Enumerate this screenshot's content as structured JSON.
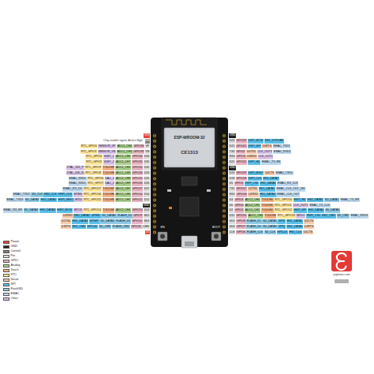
{
  "diagram": {
    "nodes": [
      {
        "text": [
          "3V3"
        ]
      },
      {
        "text": [
          "EN"
        ]
      },
      {
        "text": [
          "RTC_GPIO0"
        ]
      },
      {
        "text": [
          "SENSOR_VP"
        ]
      },
      {
        "text": [
          "ADC1_CH0"
        ]
      },
      {
        "text": [
          "GPIO36"
        ]
      },
      {
        "text": [
          "VP"
        ]
      },
      {
        "text": [
          "RTC_GPIO3"
        ]
      },
      {
        "text": [
          "SENSOR_VN"
        ]
      },
      {
        "text": [
          "ADC1_CH3"
        ]
      },
      {
        "text": [
          "GPIO39"
        ]
      },
      {
        "text": [
          "VN"
        ]
      },
      {
        "text": [
          "RTC_GPIO4"
        ]
      },
      {
        "text": [
          "VDET_1"
        ]
      },
      {
        "text": [
          "ADC1_CH6"
        ]
      },
      {
        "text": [
          "GPIO34"
        ]
      },
      {
        "text": [
          "D34"
        ]
      },
      {
        "text": [
          "RTC_GPIO5"
        ]
      },
      {
        "text": [
          "VDET_2"
        ]
      },
      {
        "text": [
          "ADC1_CH7"
        ]
      },
      {
        "text": [
          "GPIO35"
        ]
      },
      {
        "text": [
          "D35"
        ]
      },
      {
        "text": [
          "XTAL_32K_P"
        ]
      },
      {
        "text": [
          "RTC_GPIO9"
        ]
      },
      {
        "text": [
          "TOUCH9"
        ]
      },
      {
        "text": [
          "ADC1_CH4"
        ]
      },
      {
        "text": [
          "GPIO32"
        ]
      },
      {
        "text": [
          "D32"
        ]
      },
      {
        "text": [
          "XTAL_32K_N"
        ]
      },
      {
        "text": [
          "RTC_GPIO8"
        ]
      },
      {
        "text": [
          "TOUCH8"
        ]
      },
      {
        "text": [
          "ADC1_CH5"
        ]
      },
      {
        "text": [
          "GPIO33"
        ]
      },
      {
        "text": [
          "D33"
        ]
      },
      {
        "text": [
          "EMAC_RXD0"
        ]
      },
      {
        "text": [
          "RTC_GPIO6"
        ]
      },
      {
        "text": [
          "DAC_1"
        ]
      },
      {
        "text": [
          "ADC2_CH8"
        ]
      },
      {
        "text": [
          "GPIO25"
        ]
      },
      {
        "text": [
          "D25"
        ]
      },
      {
        "text": [
          "EMAC_RXD1"
        ]
      },
      {
        "text": [
          "RTC_GPIO7"
        ]
      },
      {
        "text": [
          "DAC_2"
        ]
      },
      {
        "text": [
          "ADC2_CH9"
        ]
      },
      {
        "text": [
          "GPIO26"
        ]
      },
      {
        "text": [
          "D26"
        ]
      },
      {
        "text": [
          "EMAC_RX_DV"
        ]
      },
      {
        "text": [
          "RTC_GPIO17"
        ]
      },
      {
        "text": [
          "TOUCH7"
        ]
      },
      {
        "text": [
          "ADC2_CH7"
        ]
      },
      {
        "text": [
          "GPIO27"
        ]
      },
      {
        "text": [
          "D27"
        ]
      },
      {
        "text": [
          "EMAC_TXD2"
        ]
      },
      {
        "text": [
          "SD_CLK"
        ]
      },
      {
        "text": [
          "HS2_CLK"
        ]
      },
      {
        "text": [
          "HSPI_CLK"
        ]
      },
      {
        "text": [
          "MTMS"
        ]
      },
      {
        "text": [
          "RTC_GPIO16"
        ]
      },
      {
        "text": [
          "TOUCH6"
        ]
      },
      {
        "text": [
          "ADC2_CH6"
        ]
      },
      {
        "text": [
          "GPIO14"
        ]
      },
      {
        "text": [
          "D14"
        ]
      },
      {
        "text": [
          "EMAC_TXD3"
        ]
      },
      {
        "text": [
          "SD_DATA2"
        ]
      },
      {
        "text": [
          "HS2_DATA2"
        ]
      },
      {
        "text": [
          "HSPI_MISO"
        ]
      },
      {
        "text": [
          "MTDI"
        ]
      },
      {
        "text": [
          "RTC_GPIO15"
        ]
      },
      {
        "text": [
          "TOUCH5"
        ]
      },
      {
        "text": [
          "ADC2_CH5"
        ]
      },
      {
        "text": [
          "GPIO12"
        ]
      },
      {
        "text": [
          "D12"
        ]
      },
      {
        "text": [
          "GND"
        ]
      },
      {
        "text": [
          "EMAC_RX_ER"
        ]
      },
      {
        "text": [
          "SD_DATA3"
        ]
      },
      {
        "text": [
          "HS2_DATA3"
        ]
      },
      {
        "text": [
          "HSPI_MOSI"
        ]
      },
      {
        "text": [
          "MTCK"
        ]
      },
      {
        "text": [
          "RTC_GPIO14"
        ]
      },
      {
        "text": [
          "TOUCH4"
        ]
      },
      {
        "text": [
          "ADC2_CH4"
        ]
      },
      {
        "text": [
          "GPIO13"
        ]
      },
      {
        "text": [
          "D13"
        ]
      },
      {
        "text": [
          "U1RXD"
        ]
      },
      {
        "text": [
          "HS1_DATA2"
        ]
      },
      {
        "text": [
          "SPIHD"
        ]
      },
      {
        "text": [
          "SD_DATA2"
        ]
      },
      {
        "text": [
          "FLASH_D2"
        ]
      },
      {
        "text": [
          "GPIO9"
        ]
      },
      {
        "text": [
          "SD2"
        ]
      },
      {
        "text": [
          "U1TXD"
        ]
      },
      {
        "text": [
          "HS1_DATA3"
        ]
      },
      {
        "text": [
          "SPIWP"
        ]
      },
      {
        "text": [
          "SD_DATA3"
        ]
      },
      {
        "text": [
          "FLASH_D3"
        ]
      },
      {
        "text": [
          "GPIO10"
        ]
      },
      {
        "text": [
          "SD3"
        ]
      },
      {
        "text": [
          "U1RTS"
        ]
      },
      {
        "text": [
          "HS1_CMD"
        ]
      },
      {
        "text": [
          "SPICS0"
        ]
      },
      {
        "text": [
          "SD_CMD"
        ]
      },
      {
        "text": [
          "FLASH_CMD"
        ]
      },
      {
        "text": [
          "GPIO11"
        ]
      },
      {
        "text": [
          "CMD"
        ]
      },
      {
        "text": [
          "5V"
        ]
      },
      {
        "text": [
          "GND"
        ]
      },
      {
        "text": [
          "D23"
        ]
      },
      {
        "text": [
          "GPIO23"
        ]
      },
      {
        "text": [
          "VSPI_MOSI"
        ]
      },
      {
        "text": [
          "HS1_STROBE"
        ]
      },
      {
        "text": [
          "D22"
        ]
      },
      {
        "text": [
          "GPIO22"
        ]
      },
      {
        "text": [
          "VSPI_WP"
        ]
      },
      {
        "text": [
          "U0RTS"
        ]
      },
      {
        "text": [
          "EMAC_TXD1"
        ]
      },
      {
        "text": [
          "TX0"
        ]
      },
      {
        "text": [
          "GPIO1"
        ]
      },
      {
        "text": [
          "U0TXD"
        ]
      },
      {
        "text": [
          "CLK_OUT3"
        ]
      },
      {
        "text": [
          "EMAC_RXD2"
        ]
      },
      {
        "text": [
          "RX0"
        ]
      },
      {
        "text": [
          "GPIO3"
        ]
      },
      {
        "text": [
          "U0RXD"
        ]
      },
      {
        "text": [
          "CLK_OUT2"
        ]
      },
      {
        "text": [
          "D21"
        ]
      },
      {
        "text": [
          "GPIO21"
        ]
      },
      {
        "text": [
          "VSPI_HD"
        ]
      },
      {
        "text": [
          "EMAC_TX_EN"
        ]
      },
      {
        "text": [
          "GND"
        ]
      },
      {
        "text": [
          "D19"
        ]
      },
      {
        "text": [
          "GPIO19"
        ]
      },
      {
        "text": [
          "VSPI_MISO"
        ]
      },
      {
        "text": [
          "U0CTS"
        ]
      },
      {
        "text": [
          "EMAC_TXD0"
        ]
      },
      {
        "text": [
          "D18"
        ]
      },
      {
        "text": [
          "GPIO18"
        ]
      },
      {
        "text": [
          "VSPI_CLK"
        ]
      },
      {
        "text": [
          "HS1_DATA7"
        ]
      },
      {
        "text": [
          "D5"
        ]
      },
      {
        "text": [
          "GPIO5"
        ]
      },
      {
        "text": [
          "VSPI_CS0"
        ]
      },
      {
        "text": [
          "HS1_DATA6"
        ]
      },
      {
        "text": [
          "EMAC_RX_CLK"
        ]
      },
      {
        "text": [
          "TX2"
        ]
      },
      {
        "text": [
          "GPIO17"
        ]
      },
      {
        "text": [
          "U2TXD"
        ]
      },
      {
        "text": [
          "HS1_DATA5"
        ]
      },
      {
        "text": [
          "EMAC_CLK_OUT_180"
        ]
      },
      {
        "text": [
          "RX2"
        ]
      },
      {
        "text": [
          "GPIO16"
        ]
      },
      {
        "text": [
          "U2RXD"
        ]
      },
      {
        "text": [
          "HS1_DATA4"
        ]
      },
      {
        "text": [
          "EMAC_CLK_OUT"
        ]
      },
      {
        "text": [
          "D4"
        ]
      },
      {
        "text": [
          "GPIO4"
        ]
      },
      {
        "text": [
          "ADC2_CH0"
        ]
      },
      {
        "text": [
          "TOUCH0"
        ]
      },
      {
        "text": [
          "RTC_GPIO10"
        ]
      },
      {
        "text": [
          "HSPI_HD"
        ]
      },
      {
        "text": [
          "HS2_DATA1"
        ]
      },
      {
        "text": [
          "SD_DATA1"
        ]
      },
      {
        "text": [
          "EMAC_TX_ER"
        ]
      },
      {
        "text": [
          "D0"
        ]
      },
      {
        "text": [
          "GPIO0"
        ]
      },
      {
        "text": [
          "ADC2_CH1"
        ]
      },
      {
        "text": [
          "TOUCH1"
        ]
      },
      {
        "text": [
          "RTC_GPIO11"
        ]
      },
      {
        "text": [
          "CLK_OUT1"
        ]
      },
      {
        "text": [
          "EMAC_TX_CLK"
        ]
      },
      {
        "text": [
          "D2"
        ]
      },
      {
        "text": [
          "GPIO2"
        ]
      },
      {
        "text": [
          "ADC2_CH2"
        ]
      },
      {
        "text": [
          "TOUCH2"
        ]
      },
      {
        "text": [
          "RTC_GPIO12"
        ]
      },
      {
        "text": [
          "HSPI_WP"
        ]
      },
      {
        "text": [
          "HS2_DATA0"
        ]
      },
      {
        "text": [
          "SD_DATA0"
        ]
      },
      {
        "text": [
          "D15"
        ]
      },
      {
        "text": [
          "GPIO15"
        ]
      },
      {
        "text": [
          "ADC2_CH3"
        ]
      },
      {
        "text": [
          "TOUCH3"
        ]
      },
      {
        "text": [
          "RTC_GPIO13"
        ]
      },
      {
        "text": [
          "MTDO"
        ]
      },
      {
        "text": [
          "HSPI_CS0"
        ]
      },
      {
        "text": [
          "HS2_CMD"
        ]
      },
      {
        "text": [
          "SD_CMD"
        ]
      },
      {
        "text": [
          "EMAC_RXD3"
        ]
      },
      {
        "text": [
          "SD1"
        ]
      },
      {
        "text": [
          "GPIO8"
        ]
      },
      {
        "text": [
          "FLASH_D1"
        ]
      },
      {
        "text": [
          "SD_DATA1"
        ]
      },
      {
        "text": [
          "SPID"
        ]
      },
      {
        "text": [
          "HS1_DATA1"
        ]
      },
      {
        "text": [
          "U2CTS"
        ]
      },
      {
        "text": [
          "SD0"
        ]
      },
      {
        "text": [
          "GPIO7"
        ]
      },
      {
        "text": [
          "FLASH_D0"
        ]
      },
      {
        "text": [
          "SD_DATA0"
        ]
      },
      {
        "text": [
          "SPIQ"
        ]
      },
      {
        "text": [
          "HS1_DATA0"
        ]
      },
      {
        "text": [
          "U2RTS"
        ]
      },
      {
        "text": [
          "CLK"
        ]
      },
      {
        "text": [
          "GPIO6"
        ]
      },
      {
        "text": [
          "FLASH_CLK"
        ]
      },
      {
        "text": [
          "SD_CLK"
        ]
      },
      {
        "text": [
          "SPICLK"
        ]
      },
      {
        "text": [
          "HS1_CLK"
        ]
      },
      {
        "text": [
          "U1CTS"
        ]
      }
    ],
    "labels": [
      "Chip-enable signal, Active High",
      "ESP-WROOM-32",
      "CE1313",
      "EN",
      "BOOT",
      "pighixxx.com"
    ],
    "legend": [
      {
        "text": "Power",
        "color": "#e8473f"
      },
      {
        "text": "GND",
        "color": "#222222"
      },
      {
        "text": "Control",
        "color": "#7f7f7f"
      },
      {
        "text": "Pin",
        "color": "#dcdcdc"
      },
      {
        "text": "GPIO",
        "color": "#e8b3c4"
      },
      {
        "text": "Analog",
        "color": "#a9d08e"
      },
      {
        "text": "Touch",
        "color": "#f4b183"
      },
      {
        "text": "RTC",
        "color": "#ffe699"
      },
      {
        "text": "Serial",
        "color": "#f7caac"
      },
      {
        "text": "SPI",
        "color": "#5bc0eb"
      },
      {
        "text": "Flash/SD",
        "color": "#8ecae6"
      },
      {
        "text": "EMAC",
        "color": "#bdd7ee"
      },
      {
        "text": "Other",
        "color": "#d9c3e9"
      }
    ]
  }
}
